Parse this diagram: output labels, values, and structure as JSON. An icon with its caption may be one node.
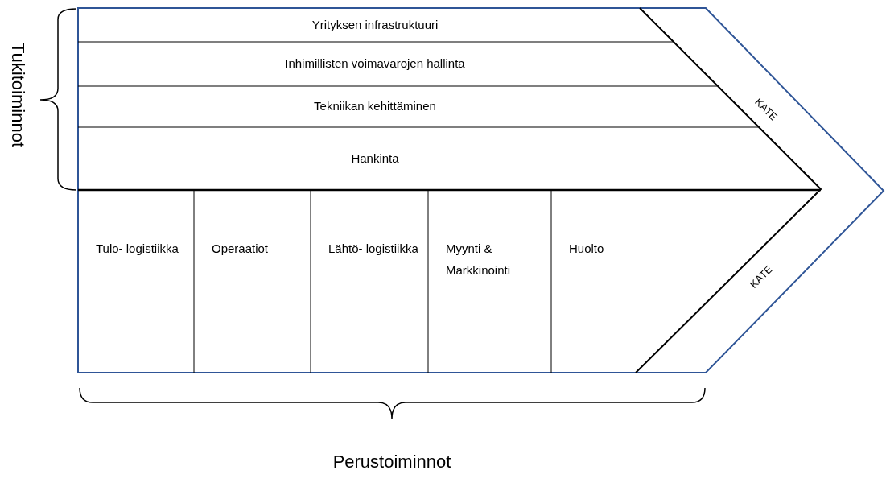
{
  "diagram": {
    "nodes": [
      {
        "text": [
          "Yrityksen infrastruktuuri"
        ]
      },
      {
        "text": [
          "Inhimillisten voimavarojen hallinta"
        ]
      },
      {
        "text": [
          "Tekniikan kehittäminen"
        ]
      },
      {
        "text": [
          "Hankinta"
        ]
      },
      {
        "text": [
          "Tulo- logistiikka"
        ]
      },
      {
        "text": [
          "Operaatiot"
        ]
      },
      {
        "text": [
          "Lähtö- logistiikka"
        ]
      },
      {
        "text": [
          "Myynti & Markkinointi"
        ]
      },
      {
        "text": [
          "Huolto"
        ]
      }
    ],
    "labels": [
      "Tukitoiminnot",
      "KATE",
      "KATE",
      "Perustoiminnot"
    ]
  }
}
